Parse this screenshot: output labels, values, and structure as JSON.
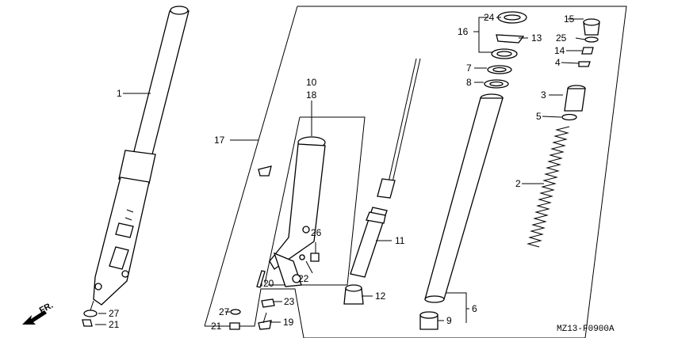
{
  "diagram": {
    "code": "MZ13-F0900A",
    "direction": "FR.",
    "callouts": [
      {
        "id": "c1",
        "label": "1"
      },
      {
        "id": "c2",
        "label": "2"
      },
      {
        "id": "c3",
        "label": "3"
      },
      {
        "id": "c4",
        "label": "4"
      },
      {
        "id": "c5",
        "label": "5"
      },
      {
        "id": "c6",
        "label": "6"
      },
      {
        "id": "c7",
        "label": "7"
      },
      {
        "id": "c8",
        "label": "8"
      },
      {
        "id": "c9",
        "label": "9"
      },
      {
        "id": "c10",
        "label": "10"
      },
      {
        "id": "c18",
        "label": "18"
      },
      {
        "id": "c11",
        "label": "11"
      },
      {
        "id": "c12",
        "label": "12"
      },
      {
        "id": "c13",
        "label": "13"
      },
      {
        "id": "c14",
        "label": "14"
      },
      {
        "id": "c15",
        "label": "15"
      },
      {
        "id": "c16",
        "label": "16"
      },
      {
        "id": "c17",
        "label": "17"
      },
      {
        "id": "c19",
        "label": "19"
      },
      {
        "id": "c20",
        "label": "20"
      },
      {
        "id": "c21a",
        "label": "21"
      },
      {
        "id": "c21b",
        "label": "21"
      },
      {
        "id": "c22",
        "label": "22"
      },
      {
        "id": "c23",
        "label": "23"
      },
      {
        "id": "c24",
        "label": "24"
      },
      {
        "id": "c25",
        "label": "25"
      },
      {
        "id": "c26",
        "label": "26"
      },
      {
        "id": "c27a",
        "label": "27"
      },
      {
        "id": "c27b",
        "label": "27"
      }
    ]
  }
}
